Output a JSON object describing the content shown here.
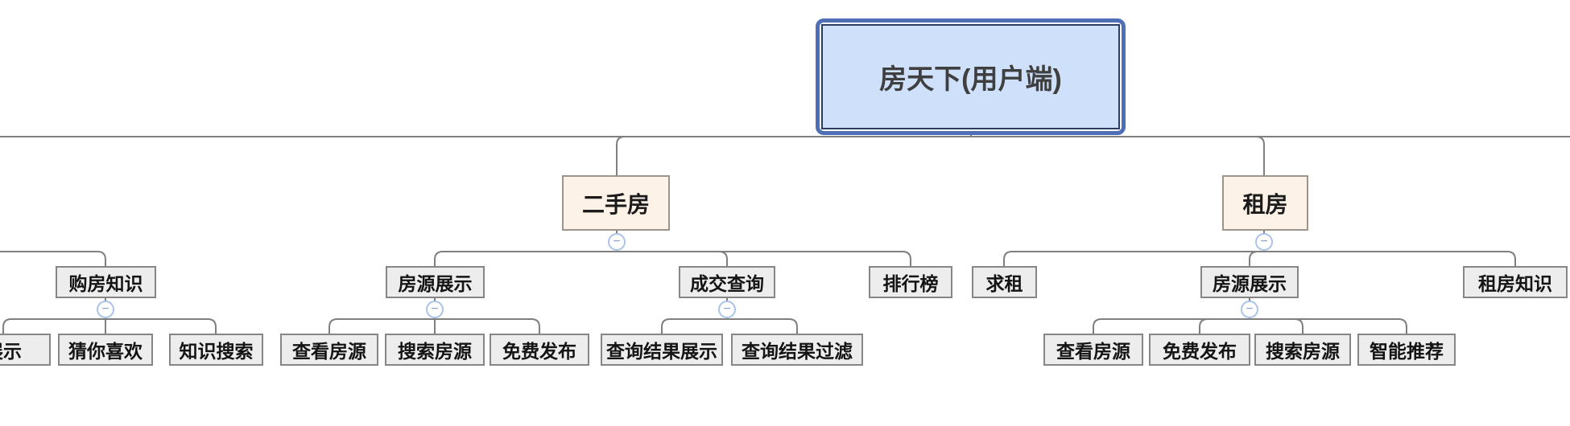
{
  "icons": {
    "collapse_minus": "−"
  },
  "colors": {
    "root_fill": "#cfe0fb",
    "root_outer_border": "#4e6fb6",
    "root_inner_border": "#2c3c64",
    "branch_fill": "#fdf2e8",
    "branch_border": "#9d948c",
    "node_fill": "#ededed",
    "node_border": "#868686",
    "connector_line": "#7f7f7f",
    "collapse_border": "#a9c4e9",
    "collapse_glyph": "#7ea3d7"
  },
  "map": {
    "root": {
      "label": "房天下(用户端)"
    },
    "branches": [
      {
        "label": "二手房",
        "children": [
          {
            "label": "房源展示",
            "children": [
              {
                "label": "查看房源"
              },
              {
                "label": "搜索房源"
              },
              {
                "label": "免费发布"
              }
            ]
          },
          {
            "label": "成交查询",
            "children": [
              {
                "label": "查询结果展示"
              },
              {
                "label": "查询结果过滤"
              }
            ]
          },
          {
            "label": "排行榜",
            "children": []
          }
        ]
      },
      {
        "label": "租房",
        "children": [
          {
            "label": "求租",
            "children": []
          },
          {
            "label": "房源展示",
            "children": [
              {
                "label": "查看房源"
              },
              {
                "label": "免费发布"
              },
              {
                "label": "搜索房源"
              },
              {
                "label": "智能推荐"
              }
            ]
          },
          {
            "label": "租房知识",
            "children": []
          }
        ]
      }
    ],
    "partial_left_subtree": {
      "parent": {
        "label": "购房知识"
      },
      "children": [
        {
          "label": "展示"
        },
        {
          "label": "猜你喜欢"
        },
        {
          "label": "知识搜索"
        }
      ]
    }
  }
}
